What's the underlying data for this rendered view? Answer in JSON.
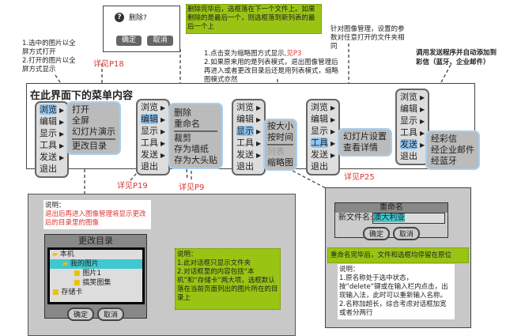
{
  "delete_dialog": {
    "prompt": "删除?",
    "ok": "确定",
    "cancel": "取消"
  },
  "notes": {
    "delete_note": "删除完毕后，选框落在下一个文件上。如果删除的是最后一个，则选框落到新列表的最后一个上",
    "fullscreen_note": [
      "1.选中的图片以全屏方式打开",
      "2.打开的图片以全屏方式显示"
    ],
    "display_note": [
      "1.点击变为缩略图方式显示,",
      "2.如果原来用的是列表模式，退出图像管理后再进入或者更改目录后还是用列表模式，缩略图模式亦然"
    ],
    "display_note_ref": "见P3",
    "tools_note": "针对图像管理，设置的参数对任意打开的文件夹相同",
    "send_note": "调用发送程序并自动添加到彩信（蓝牙、企业邮件）"
  },
  "refs": {
    "p18": "详见P18",
    "p19": "详见P19",
    "p9": "详见P9",
    "p25": "详见P25"
  },
  "main": {
    "title": "在此界面下的菜单内容",
    "menu_items": [
      "浏览",
      "编辑",
      "显示",
      "工具",
      "发送",
      "退出"
    ],
    "sub_browse": [
      "打开",
      "全屏",
      "幻灯片演示",
      "更改目录"
    ],
    "sub_edit": [
      "删除",
      "重命名",
      "裁剪",
      "存为墙纸",
      "存为大头贴"
    ],
    "sub_display": [
      "按大小",
      "按时间",
      "列表",
      "缩略图"
    ],
    "sub_tools": [
      "幻灯片设置",
      "查看详情"
    ],
    "sub_send": [
      "经彩信",
      "经企业邮件",
      "经蓝牙"
    ]
  },
  "change_dir": {
    "note_label": "说明：",
    "note_text": "退出后再进入图像管理将显示更改后的目录里的图像",
    "title": "更改目录",
    "tree": [
      "本机",
      "我的图片",
      "图片1",
      "搞笑图集",
      "存储卡"
    ],
    "ok": "确定",
    "cancel": "取消",
    "green_label": "说明：",
    "green_lines": [
      "1.此对话框只显示文件夹",
      "2.对话框里的内容包括“本机”和“存储卡”两大项，选框默认落在当前页面列出的图片所在的目录上"
    ]
  },
  "rename": {
    "title": "重命名",
    "field_label": "新文件名:",
    "field_value": "澳大利亚",
    "ok": "确定",
    "cancel": "取消",
    "green_note": "重命名完毕后，文件和选框均停留在原位",
    "note_label": "说明：",
    "note_lines": [
      "1.原名称处于选中状态，按“delete”键或在输入栏内点击，出现输入法，此时可以重新输入名称。",
      "2.名称加超长，综合考虑对话框加宽或者分两行"
    ]
  }
}
